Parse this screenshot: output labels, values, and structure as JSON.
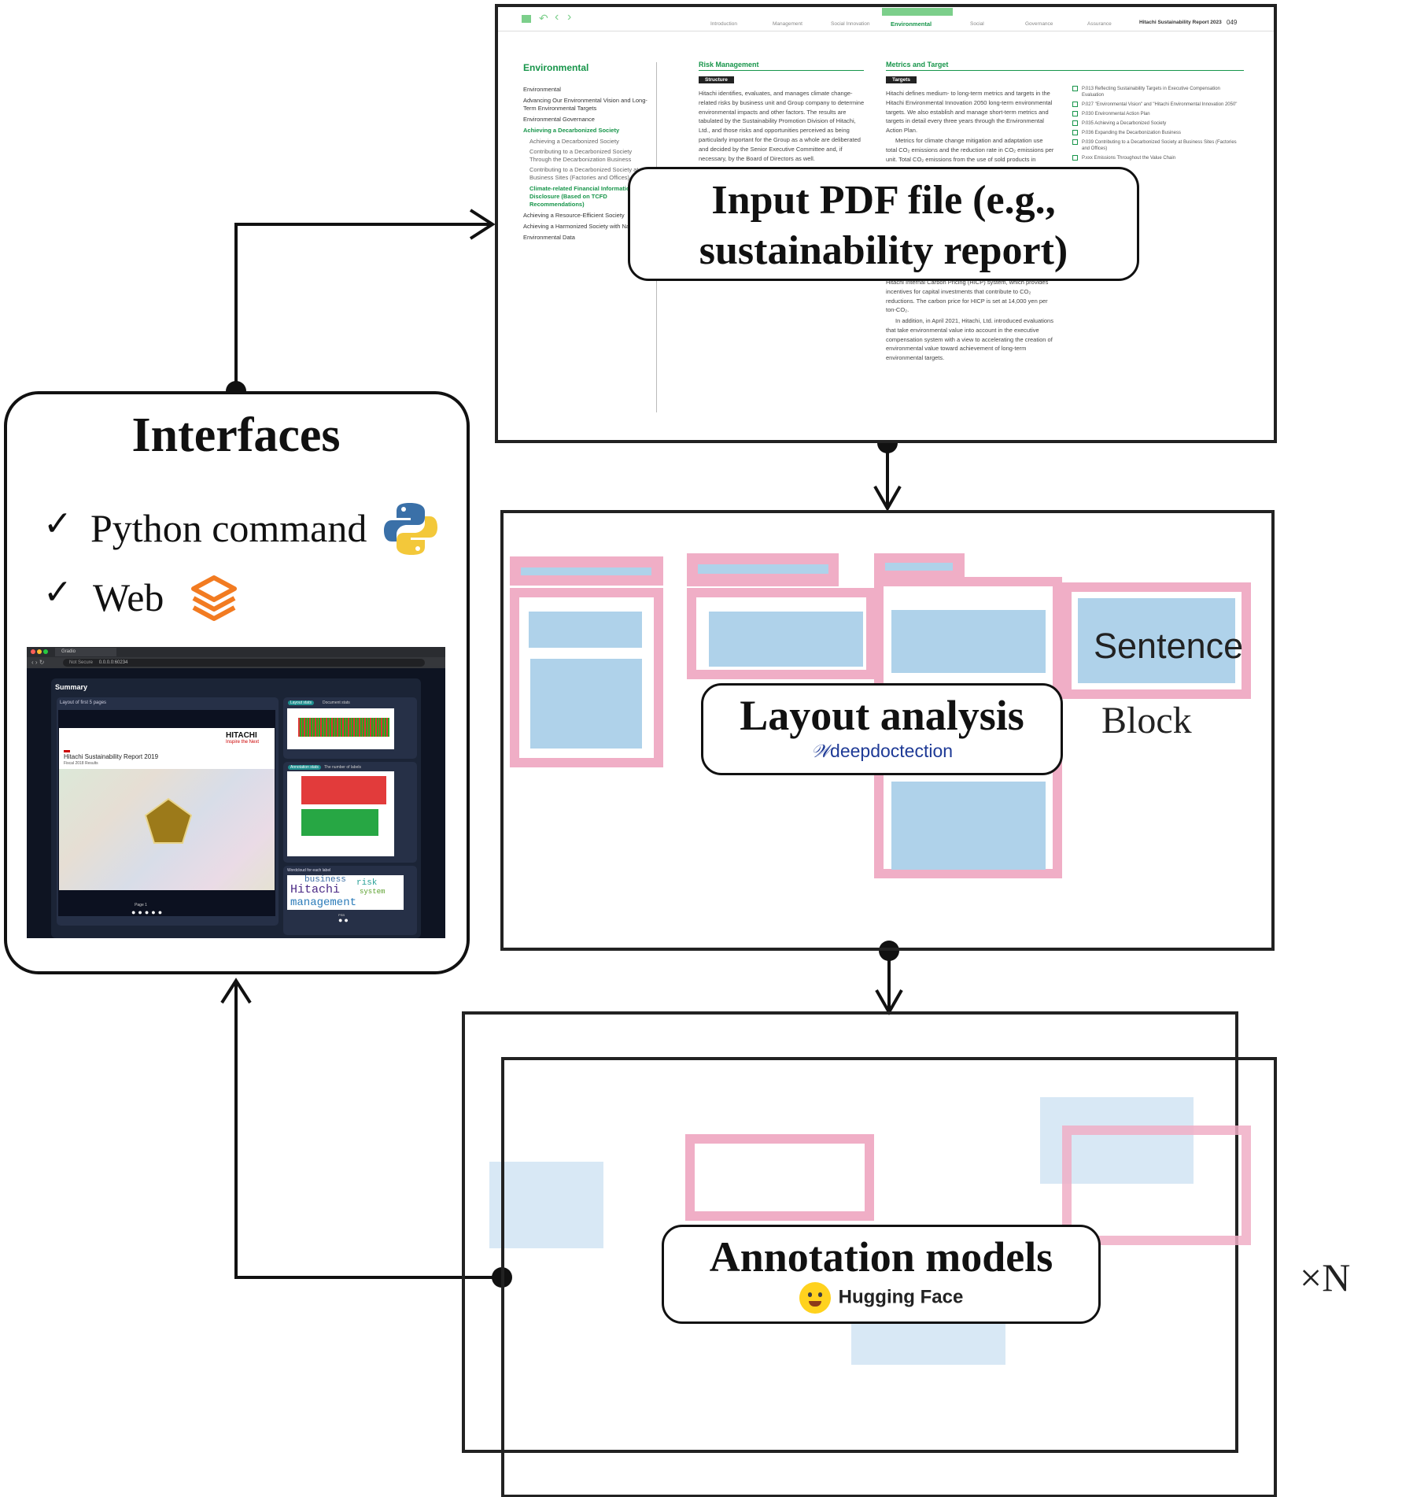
{
  "interfaces": {
    "title": "Interfaces",
    "options": [
      {
        "check": "✓",
        "label": "Python command",
        "icon": "python-logo-icon"
      },
      {
        "check": "✓",
        "label": "Web",
        "icon": "gradio-logo-icon"
      }
    ]
  },
  "web_screenshot": {
    "tab_label": "Gradio",
    "url": "0.0.0.0:60234",
    "not_secure": "Not Secure",
    "summary_title": "Summary",
    "layout_caption": "Layout of first 5 pages",
    "doc_brand": "HITACHI",
    "doc_tagline": "Inspire the Next",
    "doc_title": "Hitachi Sustainability Report 2019",
    "doc_subtitle": "Fiscal 2018 Results",
    "page_label": "Page 1",
    "layout_stats_tab": "Layout stats",
    "document_stats_tab": "Document stats",
    "annotation_stats_tab": "Annotation stats",
    "annotation_stats_sub": "The number of labels",
    "wordcloud_title": "Wordcloud for each label",
    "wordcloud_words": [
      "business",
      "risk",
      "Hitachi",
      "system",
      "management"
    ],
    "wordcloud_caption": "PSB"
  },
  "pdf_page": {
    "nav_items": [
      "Introduction",
      "Management",
      "Social Innovation",
      "Environmental",
      "Social",
      "Governance",
      "Assurance"
    ],
    "nav_active": "Environmental",
    "report_title": "Hitachi Sustainability Report 2023",
    "page_number": "049",
    "section_title": "Environmental",
    "toc": [
      {
        "text": "Environmental",
        "style": "normal"
      },
      {
        "text": "Advancing Our Environmental Vision and Long-Term Environmental Targets",
        "style": "normal"
      },
      {
        "text": "Environmental Governance",
        "style": "normal"
      },
      {
        "text": "Achieving a Decarbonized Society",
        "style": "green"
      },
      {
        "text": "Achieving a Decarbonized Society",
        "style": "sub"
      },
      {
        "text": "Contributing to a Decarbonized Society Through the Decarbonization Business",
        "style": "sub"
      },
      {
        "text": "Contributing to a Decarbonized Society at Business Sites (Factories and Offices)",
        "style": "sub"
      },
      {
        "text": "Climate-related Financial Information Disclosure (Based on TCFD Recommendations)",
        "style": "green-active"
      },
      {
        "text": "Achieving a Resource-Efficient Society",
        "style": "normal"
      },
      {
        "text": "Achieving a Harmonized Society with Nature",
        "style": "normal"
      },
      {
        "text": "Environmental Data",
        "style": "normal"
      }
    ],
    "risk_heading": "Risk Management",
    "risk_label": "Structure",
    "risk_text": "Hitachi identifies, evaluates, and manages climate change-related risks by business unit and Group company to determine environmental impacts and other factors. The results are tabulated by the Sustainability Promotion Division of Hitachi, Ltd., and those risks and opportunities perceived as being particularly important for the Group as a whole are deliberated and decided by the Senior Executive Committee and, if necessary, by the Board of Directors as well.",
    "metrics_heading": "Metrics and Target",
    "metrics_label": "Targets",
    "metrics_text_1": "Hitachi defines medium- to long-term metrics and targets in the Hitachi Environmental Innovation 2050 long-term environmental targets. We also establish and manage short-term metrics and targets in detail every three years through the Environmental Action Plan.",
    "metrics_text_2": "Metrics for climate change mitigation and adaptation use total CO₂ emissions and the reduction rate in CO₂ emissions per unit. Total CO₂ emissions from the use of sold products in",
    "metrics_text_3": "Hitachi Internal Carbon Pricing (HICP) system, which provides incentives for capital investments that contribute to CO₂ reductions. The carbon price for HICP is set at 14,000 yen per ton-CO₂.",
    "metrics_text_4": "In addition, in April 2021, Hitachi, Ltd. introduced evaluations that take environmental value into account in the executive compensation system with a view to accelerating the creation of environmental value toward achievement of long-term environmental targets.",
    "refs": [
      "P.013 Reflecting Sustainability Targets in Executive Compensation Evaluation",
      "P.027 \"Environmental Vision\" and \"Hitachi Environmental Innovation 2050\"",
      "P.030 Environmental Action Plan",
      "P.035 Achieving a Decarbonized Society",
      "P.036 Expanding the Decarbonization Business",
      "P.039 Contributing to a Decarbonized Society at Business Sites (Factories and Offices)",
      "P.xxx Emissions Throughout the Value Chain"
    ]
  },
  "callouts": {
    "input_pdf": "Input PDF file (e.g., sustainability report)",
    "layout_analysis": "Layout analysis",
    "deepdoctection": "deepdoctection",
    "annotation_models": "Annotation models",
    "hugging_face": "Hugging Face"
  },
  "layout_labels": {
    "sentence": "Sentence",
    "block": "Block"
  },
  "multiplier": "×N",
  "colors": {
    "pink_box": "#f0aec6",
    "blue_box": "#afd2ea",
    "green_accent": "#17954a",
    "dark_ui": "#0e1422"
  }
}
